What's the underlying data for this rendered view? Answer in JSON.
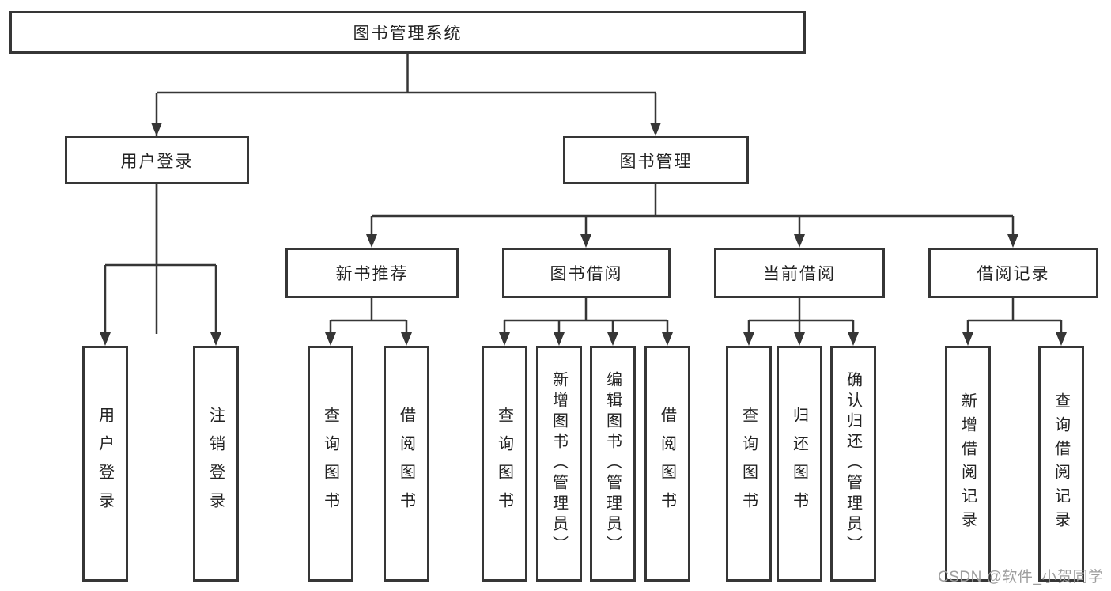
{
  "tree": {
    "root": {
      "label": "图书管理系统",
      "children": [
        {
          "label": "用户登录",
          "children": [
            {
              "label": "用户登录"
            },
            {
              "label": "注销登录"
            }
          ]
        },
        {
          "label": "图书管理",
          "children": [
            {
              "label": "新书推荐",
              "children": [
                {
                  "label": "查询图书"
                },
                {
                  "label": "借阅图书"
                }
              ]
            },
            {
              "label": "图书借阅",
              "children": [
                {
                  "label": "查询图书"
                },
                {
                  "label": "新增图书（管理员）"
                },
                {
                  "label": "编辑图书（管理员）"
                },
                {
                  "label": "借阅图书"
                }
              ]
            },
            {
              "label": "当前借阅",
              "children": [
                {
                  "label": "查询图书"
                },
                {
                  "label": "归还图书"
                },
                {
                  "label": "确认归还（管理员）"
                }
              ]
            },
            {
              "label": "借阅记录",
              "children": [
                {
                  "label": "新增借阅记录"
                },
                {
                  "label": "查询借阅记录"
                }
              ]
            }
          ]
        }
      ]
    }
  },
  "colors": {
    "line": "#363636",
    "box_border": "#363636",
    "text": "#222222",
    "watermark": "#9e9e9e",
    "background": "#ffffff"
  },
  "watermark": "CSDN @软件_小贺同学"
}
